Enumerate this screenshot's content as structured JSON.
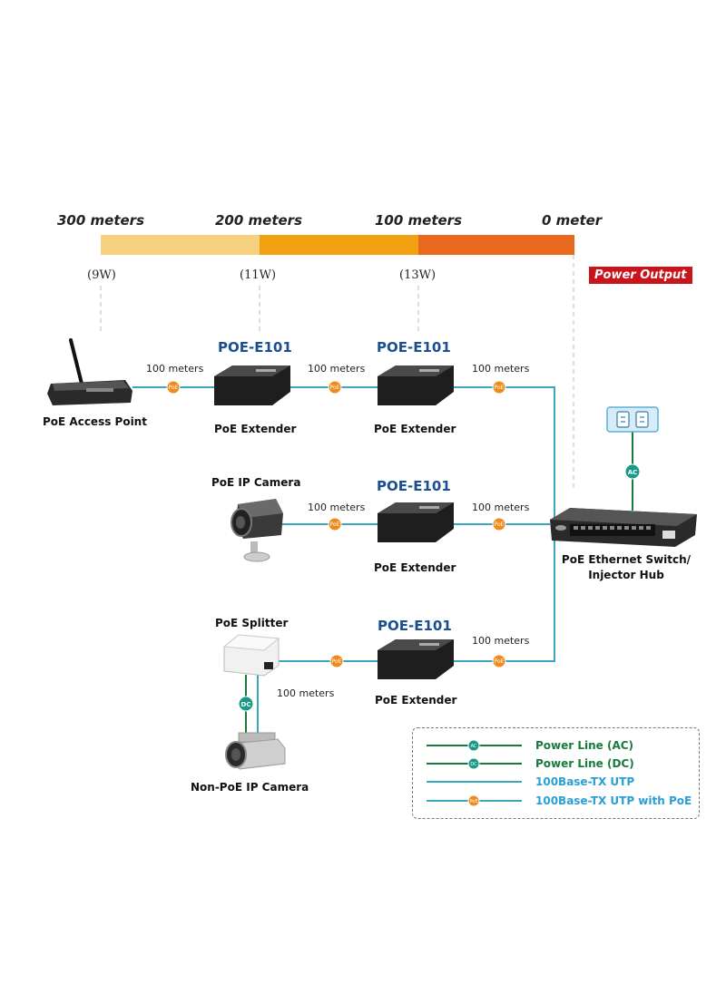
{
  "distance_scale": {
    "labels": [
      "300 meters",
      "200 meters",
      "100 meters",
      "0 meter"
    ],
    "watts": [
      "(9W)",
      "(11W)",
      "(13W)"
    ],
    "power_output_label": "Power Output",
    "segment_colors": [
      "#f6d17f",
      "#f0a010",
      "#e8681e"
    ]
  },
  "devices": {
    "access_point": "PoE Access Point",
    "extender_label": "PoE Extender",
    "model": "POE-E101",
    "ip_camera": "PoE IP Camera",
    "splitter": "PoE Splitter",
    "non_poe_camera": "Non-PoE IP Camera",
    "switch_line1": "PoE Ethernet Switch/",
    "switch_line2": "Injector Hub"
  },
  "cable_length": "100 meters",
  "badges": {
    "poe": "PoE",
    "ac": "AC",
    "dc": "DC"
  },
  "legend": {
    "items": [
      {
        "label": "Power Line (AC)",
        "color": "#1a7a3c"
      },
      {
        "label": "Power Line (DC)",
        "color": "#1a7a3c"
      },
      {
        "label": "100Base-TX UTP",
        "color": "#2a9fd6"
      },
      {
        "label": "100Base-TX UTP with PoE",
        "color": "#2a9fd6"
      }
    ]
  },
  "colors": {
    "cable": "#3aa6c0",
    "poe_dot": "#f08a1c",
    "power_dot": "#1a9a86",
    "model_text": "#1b4f8f",
    "badge_bg": "#c8141b"
  }
}
